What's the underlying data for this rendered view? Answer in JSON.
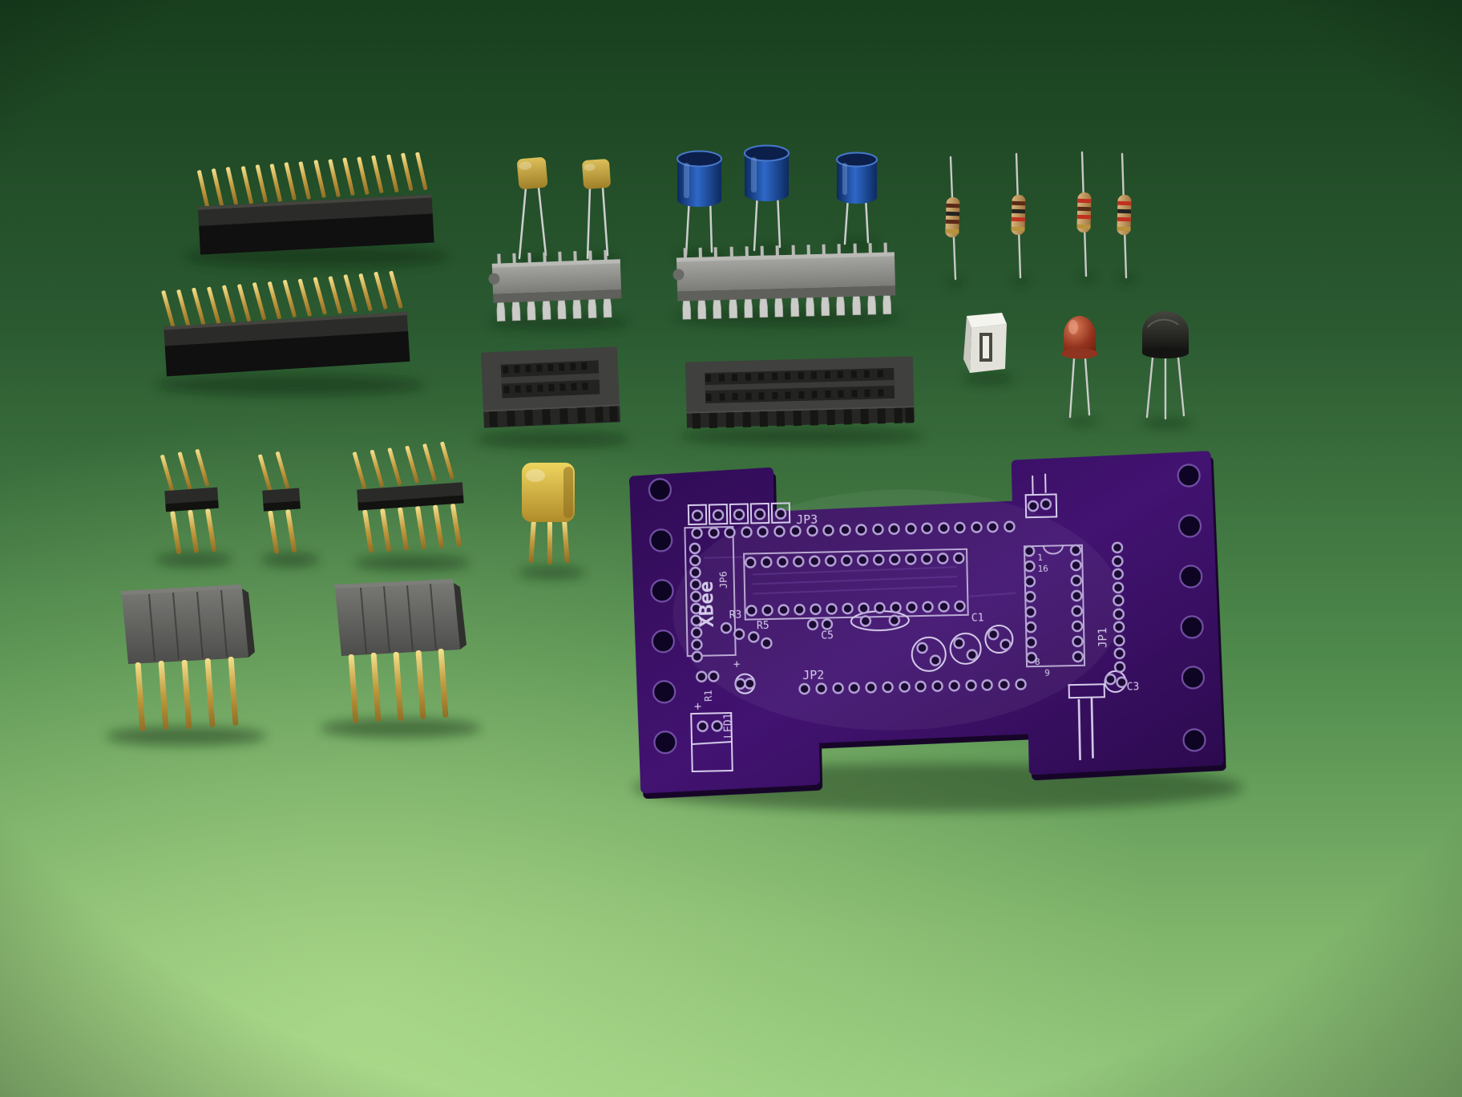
{
  "scene": {
    "description": "3D rendering of a through-hole electronics kit: pin headers, capacitors, DIP ICs, IC sockets, resistors, LED, transistor and a purple XBee adapter PCB on a green surface"
  },
  "palette": {
    "background_top": "#183f1e",
    "background_bottom": "#93c87c",
    "pcb_purple": "#3b1066",
    "silkscreen": "#d6cdeb",
    "gold": "#c9a23f",
    "electrolytic_blue": "#2e68c8",
    "ceramic_yellow": "#c8a43c",
    "ic_gray": "#90908c",
    "led_red": "#a6412c"
  },
  "components": {
    "female_header_long_1": "right-angle female header (16 pins)",
    "female_header_long_2": "right-angle female header (16 pins)",
    "pin_header_3": "3-pin male pin header",
    "pin_header_2": "2-pin male pin header",
    "pin_header_6": "6-pin male pin header",
    "stacking_header_1": "5-pin stacking header",
    "stacking_header_2": "5-pin stacking header",
    "ceramic_capacitor_1": "yellow ceramic capacitor",
    "ceramic_capacitor_2": "yellow ceramic capacitor",
    "electrolytic_capacitor_1": "blue electrolytic capacitor",
    "electrolytic_capacitor_2": "blue electrolytic capacitor",
    "electrolytic_capacitor_3": "blue electrolytic capacitor",
    "dip_ic_16": "16-pin DIP integrated circuit",
    "dip_ic_28": "28-pin DIP integrated circuit",
    "dip_socket_16": "16-pin DIP socket",
    "dip_socket_28": "28-pin DIP socket",
    "resonator": "yellow 3-pin ceramic resonator",
    "resistor_1": "axial resistor",
    "resistor_2": "axial resistor",
    "resistor_3": "axial resistor",
    "resistor_4": "axial resistor",
    "connector_white": "white 2-position connector",
    "led_red": "red 3mm LED",
    "transistor_to92": "TO-92 transistor"
  },
  "pcb": {
    "name": "XBee adapter board",
    "silkscreen": {
      "brand": "XBee",
      "jp6": "JP6",
      "jp3": "JP3",
      "jp2": "JP2",
      "jp1": "JP1",
      "r1": "R1",
      "r3": "R3",
      "r5": "R5",
      "c1": "C1",
      "c3": "C3",
      "c5": "C5",
      "led1": "LED1",
      "pin1": "1",
      "pin16": "16",
      "pin8": "8",
      "pin9": "9",
      "plus": "+"
    }
  }
}
